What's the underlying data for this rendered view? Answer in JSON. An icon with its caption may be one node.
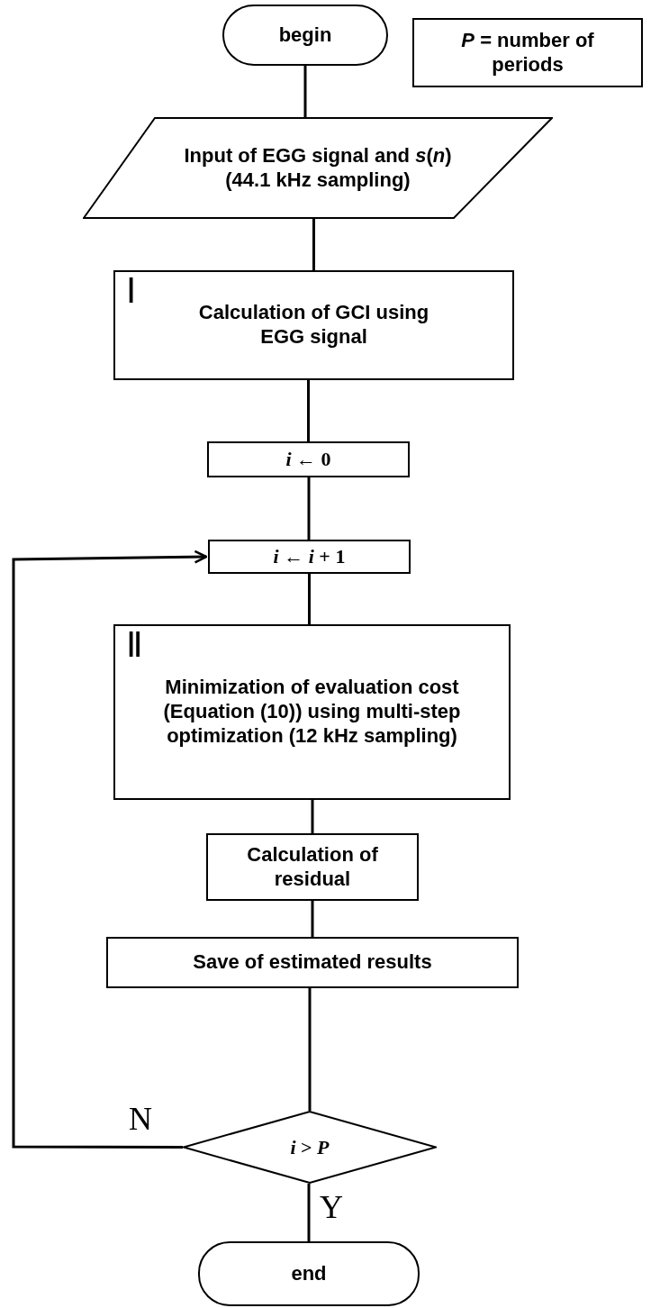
{
  "diagram": {
    "nodes": [
      {
        "text": [
          "begin"
        ]
      },
      {
        "text": [
          "*P* = number of periods"
        ]
      },
      {
        "text": [
          "Input of EGG signal and *s*(*n*) (44.1 kHz sampling)"
        ]
      },
      {
        "text": [
          "Ⅰ",
          "Calculation of GCI using EGG signal"
        ]
      },
      {
        "text": [
          "*i* ← 0"
        ]
      },
      {
        "text": [
          "*i* ← *i* + 1"
        ]
      },
      {
        "text": [
          "Ⅱ",
          "Minimization of evaluation cost (Equation (10)) using multi-step optimization (12 kHz sampling)"
        ]
      },
      {
        "text": [
          "Calculation of residual"
        ]
      },
      {
        "text": [
          "Save of estimated results"
        ]
      },
      {
        "text": [
          "*i* > *P*"
        ]
      },
      {
        "text": [
          "end"
        ]
      }
    ],
    "edges": [
      {
        "from": 0,
        "to": 2,
        "arrow": "none"
      },
      {
        "from": 2,
        "to": 3,
        "arrow": "none"
      },
      {
        "from": 3,
        "to": 4,
        "arrow": "none"
      },
      {
        "from": 4,
        "to": 5,
        "arrow": "none"
      },
      {
        "from": 5,
        "to": 6,
        "arrow": "none"
      },
      {
        "from": 6,
        "to": 7,
        "arrow": "none"
      },
      {
        "from": 7,
        "to": 8,
        "arrow": "none"
      },
      {
        "from": 8,
        "to": 9,
        "arrow": "none"
      },
      {
        "from": 9,
        "to": 10,
        "arrow": "none",
        "label": "Y"
      },
      {
        "from": 9,
        "to": 5,
        "arrow": "to",
        "label": "N"
      }
    ]
  }
}
